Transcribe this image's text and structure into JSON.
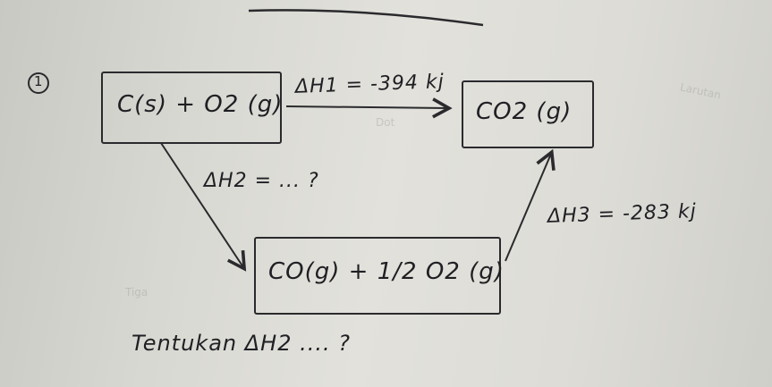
{
  "problem_number": "1",
  "reactant_box": {
    "text": "C(s) + O2 (g)"
  },
  "product_box": {
    "text": "CO2 (g)"
  },
  "intermediate_box": {
    "text": "CO(g) + 1/2 O2 (g)"
  },
  "dh1": {
    "text": "ΔH1 = -394 kj"
  },
  "dh2": {
    "text": "ΔH2 = ... ?"
  },
  "dh3": {
    "text": "ΔH3 = -283 kj"
  },
  "question": {
    "text": "Tentukan ΔH2 .... ?"
  },
  "colors": {
    "ink": "#1f1f24",
    "board": "#dcdcd6"
  }
}
